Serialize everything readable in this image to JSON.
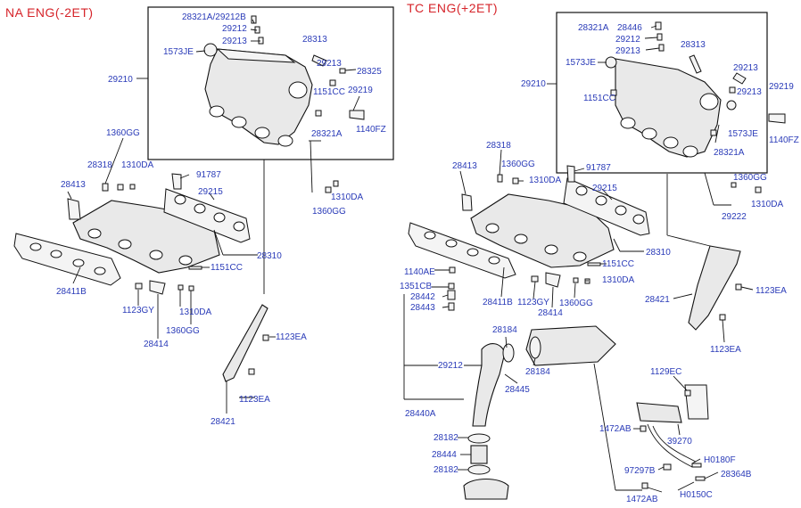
{
  "colors": {
    "title": "#d6242a",
    "label": "#2a3bb8",
    "line": "#111111"
  },
  "titles": {
    "left": "NA ENG(-2ET)",
    "right": "TC ENG(+2ET)"
  },
  "labels": [
    "28321A/29212B",
    "29212",
    "29213",
    "28313",
    "1573JE",
    "29213",
    "28325",
    "29210",
    "1151CC",
    "29219",
    "28321A",
    "1140FZ",
    "1360GG",
    "28318",
    "1310DA",
    "91787",
    "28413",
    "29215",
    "1310DA",
    "1360GG",
    "28310",
    "1151CC",
    "28411B",
    "1123GY",
    "1310DA",
    "28414",
    "1360GG",
    "1123EA",
    "1123EA",
    "28421",
    "28321A",
    "28446",
    "29212",
    "29213",
    "28313",
    "1573JE",
    "29213",
    "29210",
    "1151CC",
    "29213",
    "29219",
    "1573JE",
    "1140FZ",
    "28321A",
    "28318",
    "1360GG",
    "28413",
    "1310DA",
    "91787",
    "29215",
    "1360GG",
    "1310DA",
    "29222",
    "28310",
    "1140AE",
    "1151CC",
    "1351CB",
    "28442",
    "28443",
    "28411B",
    "1123GY",
    "1310DA",
    "28414",
    "1360GG",
    "28421",
    "1123EA",
    "1123EA",
    "28184",
    "28184",
    "29212",
    "28445",
    "1129EC",
    "28440A",
    "1472AB",
    "39270",
    "28182",
    "28444",
    "H0180F",
    "97297B",
    "28364B",
    "28182",
    "1472AB",
    "H0150C"
  ]
}
